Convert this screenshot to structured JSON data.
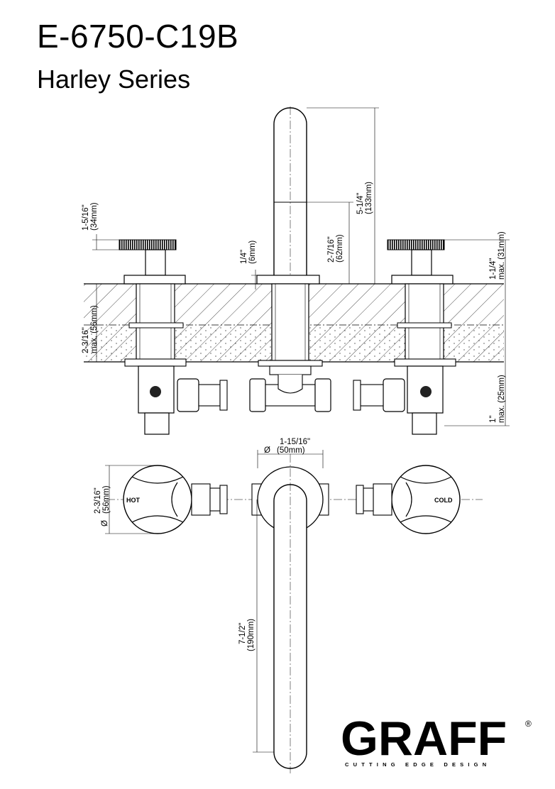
{
  "header": {
    "model": "E-6750-C19B",
    "series": "Harley Series"
  },
  "dimensions": {
    "handle_height": [
      "1-5/16\"",
      "(34mm)"
    ],
    "flange_height": [
      "1/4\"",
      "(6mm)"
    ],
    "shank_to_spout": [
      "2-7/16\"",
      "(62mm)"
    ],
    "spout_height": [
      "5-1/4\"",
      "(133mm)"
    ],
    "handle_rise": [
      "1-1/4\"",
      "max. (31mm)"
    ],
    "deck_thickness": [
      "2-3/16\"",
      "max. (56mm)"
    ],
    "supply_drop": [
      "1\"",
      "max. (25mm)"
    ],
    "spout_diameter": [
      "1-15/16\"",
      "(50mm)"
    ],
    "handle_diameter": [
      "2-3/16\"",
      "(56mm)"
    ],
    "spout_reach": [
      "7-1/2\"",
      "(190mm)"
    ],
    "diameter_symbol": "Ø"
  },
  "labels": {
    "hot": "HOT",
    "cold": "COLD"
  },
  "brand": {
    "logo_text": "GRAFF",
    "registered": "®",
    "tagline": "CUTTING EDGE DESIGN"
  }
}
